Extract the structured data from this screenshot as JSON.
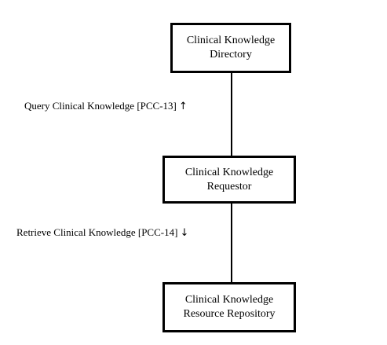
{
  "actors": {
    "directory": {
      "line1": "Clinical Knowledge",
      "line2": "Directory"
    },
    "requestor": {
      "line1": "Clinical Knowledge",
      "line2": "Requestor"
    },
    "repository": {
      "line1": "Clinical Knowledge",
      "line2": "Resource Repository"
    }
  },
  "transactions": {
    "query": {
      "label": "Query Clinical Knowledge [PCC-13]",
      "arrow": "↑"
    },
    "retrieve": {
      "label": "Retrieve Clinical Knowledge [PCC-14]",
      "arrow": "↓"
    }
  }
}
